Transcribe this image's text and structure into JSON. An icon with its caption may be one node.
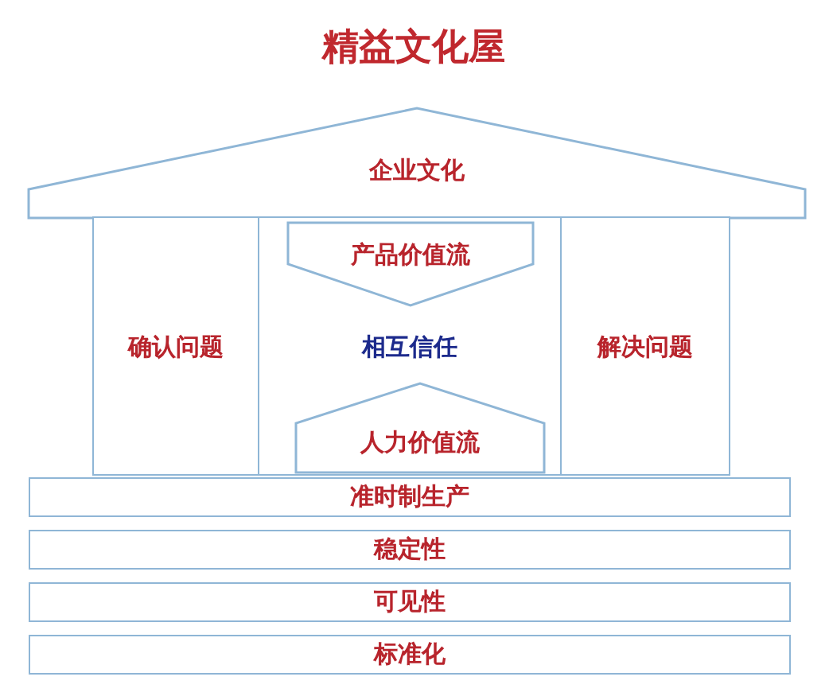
{
  "diagram": {
    "title": "精益文化屋",
    "nodes": [
      {
        "text": [
          "企业文化"
        ]
      },
      {
        "text": [
          "确认问题"
        ]
      },
      {
        "text": [
          "相互信任"
        ]
      },
      {
        "text": [
          "产品价值流"
        ],
        "in": 2
      },
      {
        "text": [
          "人力价值流"
        ],
        "in": 2
      },
      {
        "text": [
          "解决问题"
        ]
      },
      {
        "text": [
          "准时制生产"
        ]
      },
      {
        "text": [
          "稳定性"
        ]
      },
      {
        "text": [
          "可见性"
        ]
      },
      {
        "text": [
          "标准化"
        ]
      }
    ]
  }
}
